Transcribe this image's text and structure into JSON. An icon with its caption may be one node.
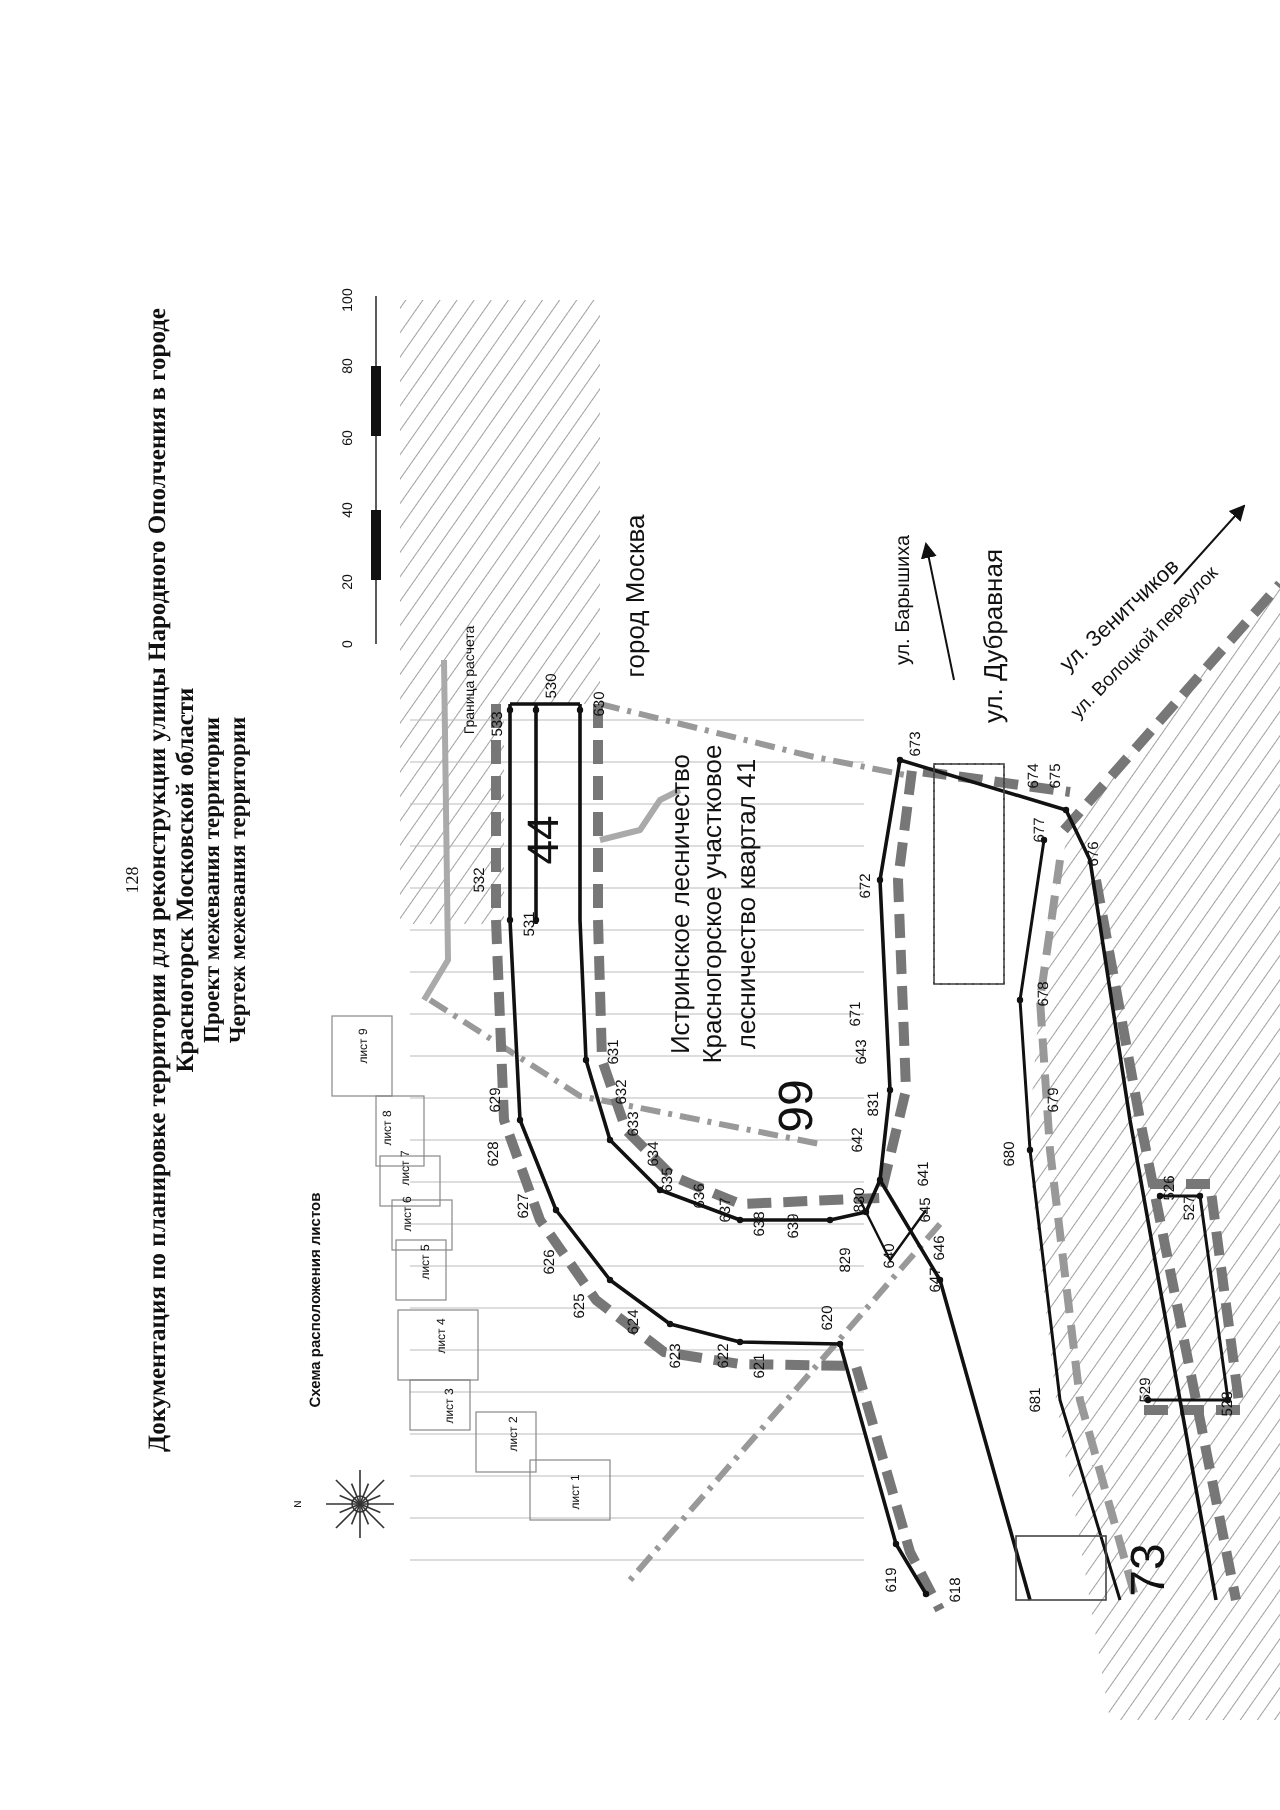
{
  "diagram": {
    "title": "Документация по планировке территории для реконструкции улицы Народного Ополчения в городе Красногорск Московской области",
    "labels": [
      "128",
      "Проект межевания территории",
      "Чертеж межевания территории",
      "Схема расположения листов",
      "лист 1",
      "лист 2",
      "лист 3",
      "лист 4",
      "лист 5",
      "лист 6",
      "лист 7",
      "лист 8",
      "лист 9",
      "0",
      "20",
      "40",
      "60",
      "80",
      "100",
      "N",
      "Граница расчета",
      "город Москва",
      "44",
      "Истринское лесничество Красногорское участковое лесничество квартал 41",
      "99",
      "73",
      "ул. Барышиха",
      "ул. Дубравная",
      "ул. Зенитчиков",
      "ул. Волоцкой переулок",
      "533",
      "530",
      "630",
      "532",
      "531",
      "629",
      "631",
      "632",
      "633",
      "634",
      "635",
      "636",
      "637",
      "638",
      "639",
      "628",
      "627",
      "626",
      "625",
      "624",
      "623",
      "622",
      "621",
      "620",
      "830",
      "829",
      "642",
      "831",
      "643",
      "640",
      "641",
      "645",
      "646",
      "647",
      "619",
      "618",
      "681",
      "680",
      "679",
      "526",
      "527",
      "528",
      "529",
      "673",
      "672",
      "671",
      "674",
      "675",
      "677",
      "676",
      "678"
    ]
  }
}
